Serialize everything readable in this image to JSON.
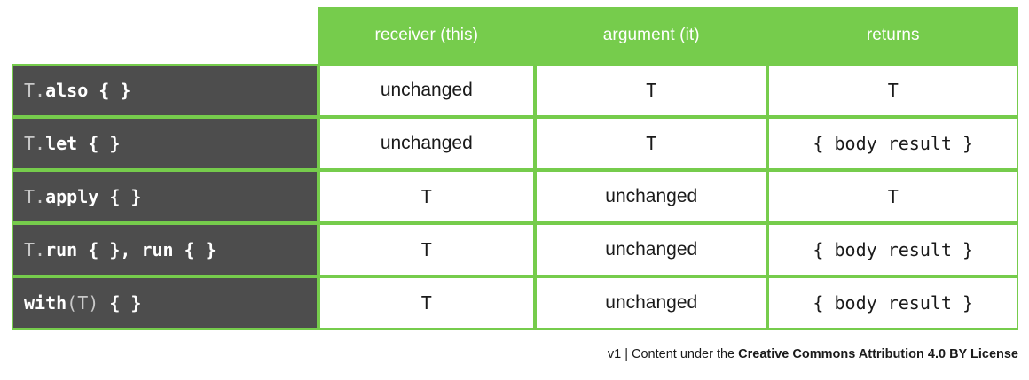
{
  "table": {
    "corner_label": "",
    "columns": [
      {
        "key": "label",
        "label": ""
      },
      {
        "key": "receiver",
        "label": "receiver (this)"
      },
      {
        "key": "argument",
        "label": "argument (it)"
      },
      {
        "key": "returns",
        "label": "returns"
      }
    ],
    "rows": [
      {
        "label_prefix": "T.",
        "label_name": "also { }",
        "label_full": "T.also { }",
        "receiver": "unchanged",
        "receiver_style": "sans",
        "argument": "T",
        "argument_style": "mono",
        "returns": "T",
        "returns_style": "mono"
      },
      {
        "label_prefix": "T.",
        "label_name": "let { }",
        "label_full": "T.let { }",
        "receiver": "unchanged",
        "receiver_style": "sans",
        "argument": "T",
        "argument_style": "mono",
        "returns": "{ body result }",
        "returns_style": "mono"
      },
      {
        "label_prefix": "T.",
        "label_name": "apply { }",
        "label_full": "T.apply { }",
        "receiver": "T",
        "receiver_style": "mono",
        "argument": "unchanged",
        "argument_style": "sans",
        "returns": "T",
        "returns_style": "mono"
      },
      {
        "label_prefix": "T.",
        "label_name": "run { }, run { }",
        "label_full": "T.run { }, run { }",
        "receiver": "T",
        "receiver_style": "mono",
        "argument": "unchanged",
        "argument_style": "sans",
        "returns": "{ body result }",
        "returns_style": "mono"
      },
      {
        "label_prefix": "",
        "label_name": "with",
        "label_mid": "(T)",
        "label_suffix": " { }",
        "label_full": "with(T) { }",
        "receiver": "T",
        "receiver_style": "mono",
        "argument": "unchanged",
        "argument_style": "sans",
        "returns": "{ body result }",
        "returns_style": "mono"
      }
    ]
  },
  "footer": {
    "version_text": "v1 | Content under the ",
    "license_text": "Creative Commons Attribution 4.0 BY License",
    "full_text": "v1 | Content under the Creative Commons Attribution 4.0 BY License"
  },
  "colors": {
    "accent_green": "#76cc4c",
    "label_bg_gray": "#4d4d4d",
    "label_prefix_gray": "#c9c9c9",
    "text_dark": "#1a1a1a",
    "white": "#ffffff"
  }
}
